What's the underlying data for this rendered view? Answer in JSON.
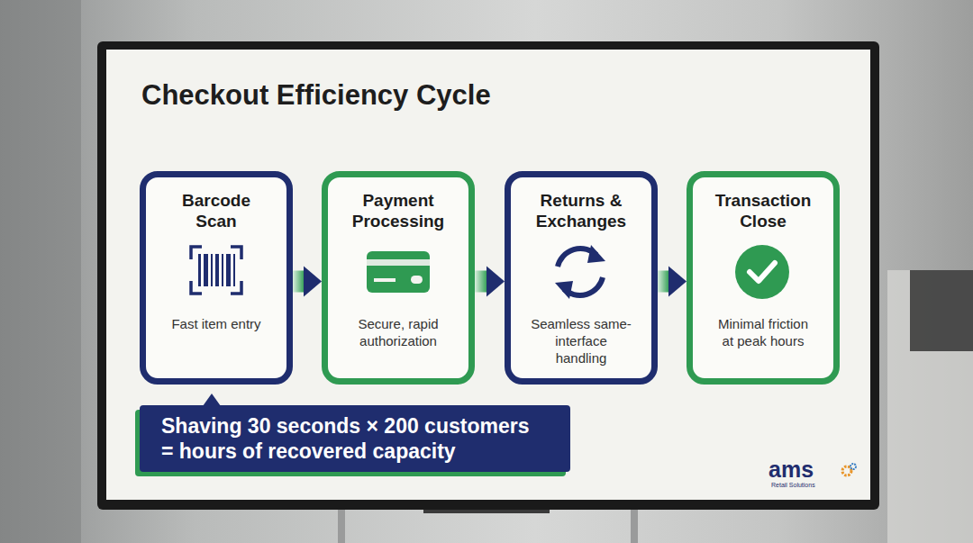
{
  "diagram": {
    "title": "Checkout Efficiency Cycle",
    "nodes": [
      {
        "text": [
          "Barcode Scan",
          "Fast item entry"
        ]
      },
      {
        "text": [
          "Payment Processing",
          "Secure, rapid authorization"
        ]
      },
      {
        "text": [
          "Returns & Exchanges",
          "Seamless same-interface handling"
        ]
      },
      {
        "text": [
          "Transaction Close",
          "Minimal friction at peak hours"
        ]
      },
      {
        "text": [
          "Shaving 30 seconds × 200 customers = hours of recovered capacity"
        ]
      }
    ],
    "edges": [
      {
        "from": 0,
        "to": 1,
        "arrow": "to"
      },
      {
        "from": 1,
        "to": 2,
        "arrow": "to"
      },
      {
        "from": 2,
        "to": 3,
        "arrow": "to"
      }
    ],
    "labels": [
      "ams",
      "Retail Solutions"
    ]
  }
}
